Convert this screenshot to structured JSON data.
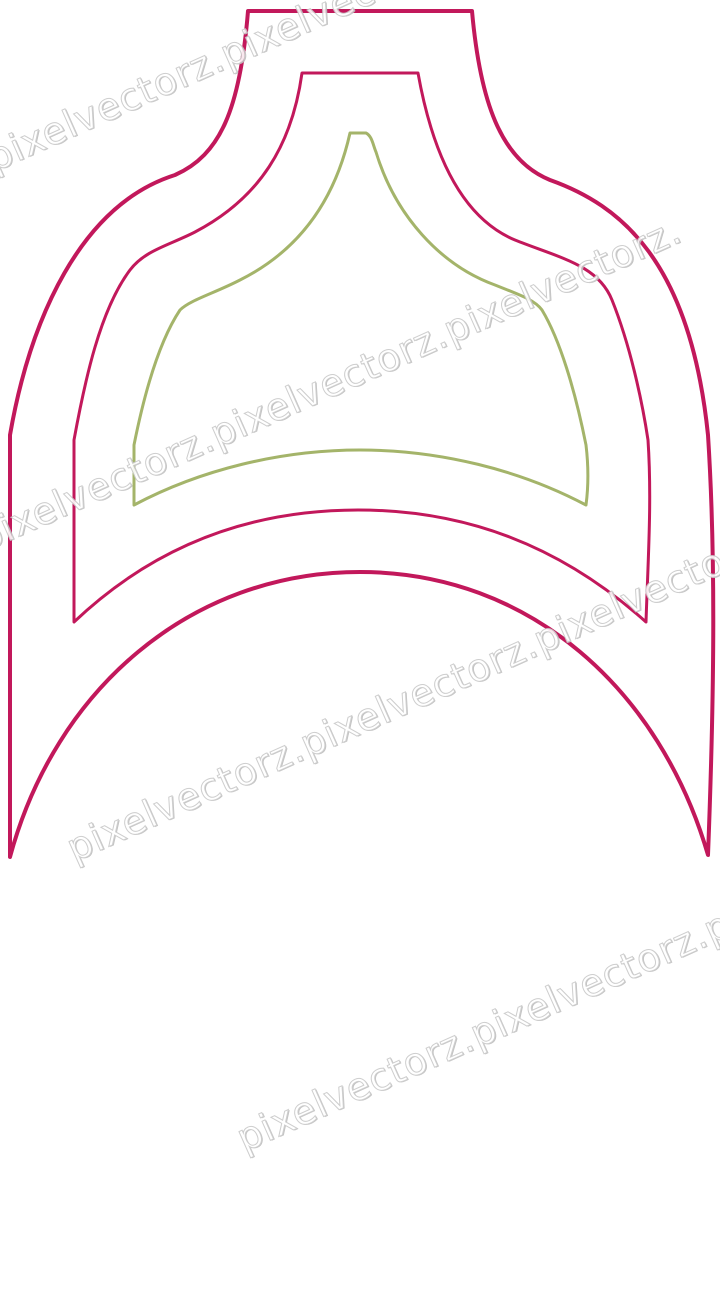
{
  "watermark": {
    "line1": "pixelvectorz.pixelvectorz.",
    "line2": "pixelvectorz.pixelvectorz.pixelvectorz.",
    "line3": "pixelvectorz.pixelvectorz.pixelvectorz.",
    "line4": "pixelvectorz.pixelvectorz.pixel"
  },
  "colors": {
    "outer_outline": "#c2185b",
    "middle_outline": "#c2185b",
    "inner_outline": "#a4b46a",
    "background": "#ffffff"
  }
}
